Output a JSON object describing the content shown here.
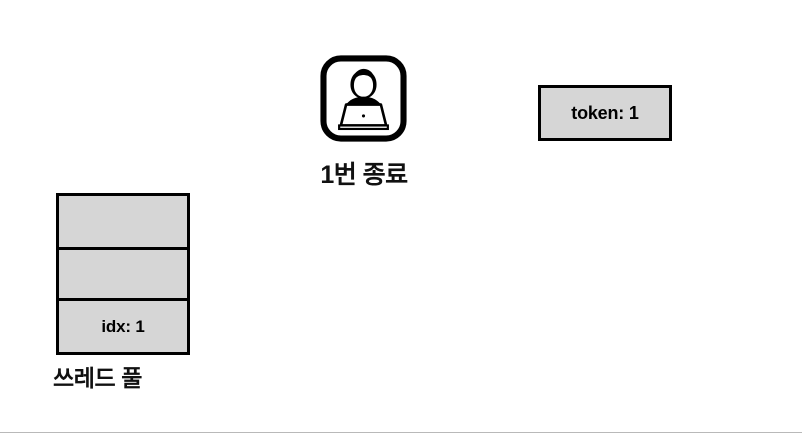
{
  "diagram": {
    "title": "thread-pool-token-diagram",
    "colors": {
      "box_fill": "#d6d6d6",
      "stroke": "#000000",
      "background": "#ffffff",
      "rule": "#b9b9b9"
    },
    "thread_pool": {
      "caption": "쓰레드 풀",
      "cells": [
        {
          "label": ""
        },
        {
          "label": ""
        },
        {
          "label": "idx: 1"
        }
      ]
    },
    "worker": {
      "icon": "person-at-laptop-icon",
      "caption": "1번 종료"
    },
    "token": {
      "label": "token: 1"
    }
  }
}
